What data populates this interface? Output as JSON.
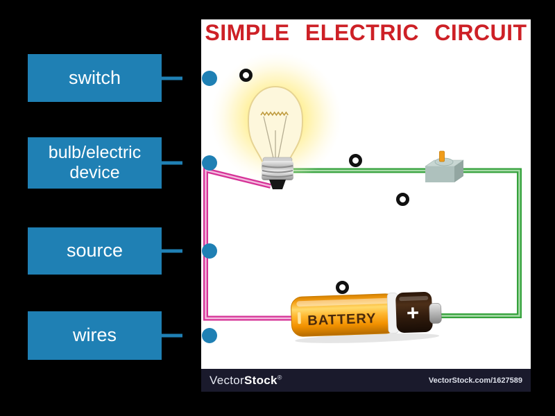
{
  "title": "SIMPLE  ELECTRIC  CIRCUIT",
  "labels": [
    {
      "text": "switch"
    },
    {
      "text": "bulb/electric device"
    },
    {
      "text": "source"
    },
    {
      "text": "wires"
    }
  ],
  "diagram": {
    "battery_label": "BATTERY",
    "battery_plus": "+",
    "icons": [
      "light-bulb-icon",
      "switch-icon",
      "battery-icon",
      "wire-lines",
      "answer-target-circle"
    ]
  },
  "footer": {
    "brand_vector": "Vector",
    "brand_stock": "Stock",
    "registered_mark": "®",
    "credit": "VectorStock.com/1627589"
  },
  "colors": {
    "background": "#000000",
    "label_blue": "#1f80b4",
    "title_red": "#cd2026",
    "wire_green": "#35a23c",
    "wire_green_light": "#a9dca9",
    "wire_pink": "#d63397",
    "wire_pink_light": "#f4bbdf",
    "battery_orange": "#ff9e00",
    "battery_cap_brown": "#2e1a0c",
    "footer_bg": "#1a1a2c"
  }
}
